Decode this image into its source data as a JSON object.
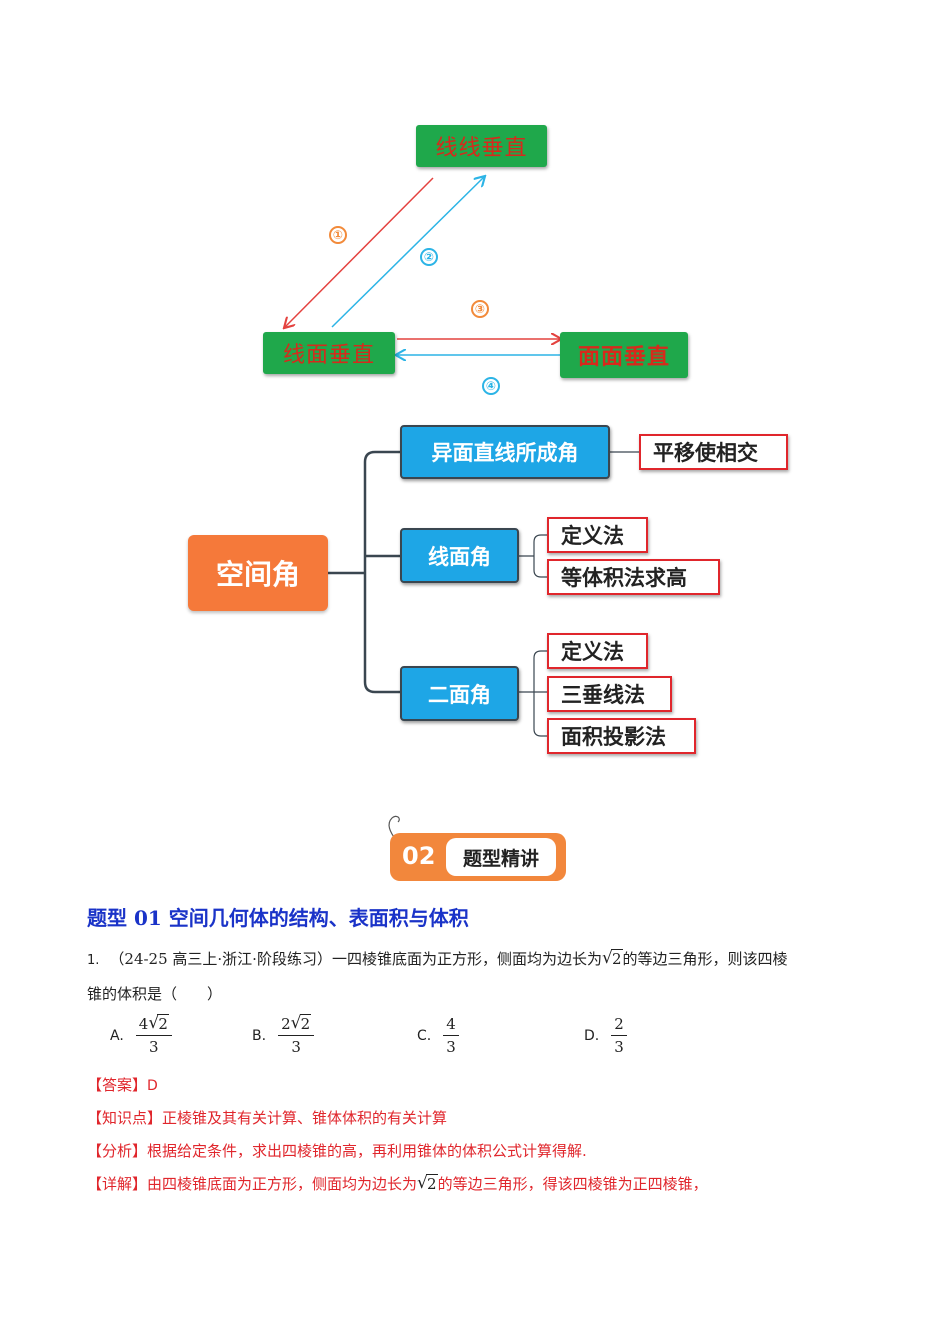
{
  "diagram_top": {
    "line_line": "线线垂直",
    "line_plane": "线面垂直",
    "plane_plane": "面面垂直",
    "step1": "①",
    "step2": "②",
    "step3": "③",
    "step4": "④",
    "colors": {
      "green": "#1fa84b",
      "red_text": "#d62a1c",
      "arrow_red": "#e4423f",
      "arrow_blue": "#2cb4e6"
    }
  },
  "mindmap": {
    "root": "空间角",
    "branches": [
      {
        "label": "异面直线所成角",
        "leaves": [
          "平移使相交"
        ]
      },
      {
        "label": "线面角",
        "leaves": [
          "定义法",
          "等体积法求高"
        ]
      },
      {
        "label": "二面角",
        "leaves": [
          "定义法",
          "三垂线法",
          "面积投影法"
        ]
      }
    ]
  },
  "badge": {
    "number": "02",
    "label": "题型精讲"
  },
  "section_title": "题型 01 空间几何体的结构、表面积与体积",
  "question": {
    "number": "1.",
    "source": "（24-25 高三上·浙江·阶段练习）",
    "text_a": "一四棱锥底面为正方形，侧面均为边长为",
    "radicand": "2",
    "text_b": "的等边三角形，则该四棱",
    "text_c": "锥的体积是（　　）",
    "options": [
      {
        "label": "A.",
        "coef": "4",
        "radicand": "2",
        "den": "3"
      },
      {
        "label": "B.",
        "coef": "2",
        "radicand": "2",
        "den": "3"
      },
      {
        "label": "C.",
        "num": "4",
        "den": "3"
      },
      {
        "label": "D.",
        "num": "2",
        "den": "3"
      }
    ]
  },
  "solution": {
    "answer_tag": "【答案】",
    "answer": "D",
    "kp_tag": "【知识点】",
    "kp": "正棱锥及其有关计算、锥体体积的有关计算",
    "analysis_tag": "【分析】",
    "analysis": "根据给定条件，求出四棱锥的高，再利用锥体的体积公式计算得解.",
    "detail_tag": "【详解】",
    "detail_a": "由四棱锥底面为正方形，侧面均为边长为",
    "detail_radicand": "2",
    "detail_b": "的等边三角形，得该四棱锥为正四棱锥，"
  }
}
